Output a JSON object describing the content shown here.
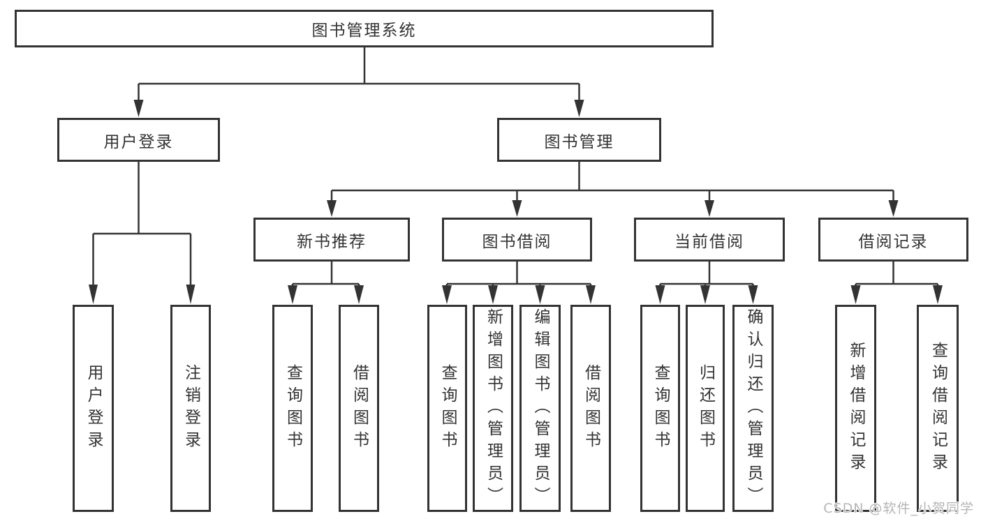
{
  "tree": {
    "root": {
      "label": "图书管理系统"
    },
    "level2": [
      {
        "label": "用户登录",
        "children": [
          {
            "label": "用户登录"
          },
          {
            "label": "注销登录"
          }
        ]
      },
      {
        "label": "图书管理",
        "children": [
          {
            "label": "新书推荐",
            "children": [
              {
                "label": "查询图书"
              },
              {
                "label": "借阅图书"
              }
            ]
          },
          {
            "label": "图书借阅",
            "children": [
              {
                "label": "查询图书"
              },
              {
                "label": "新增图书（管理员）"
              },
              {
                "label": "编辑图书（管理员）"
              },
              {
                "label": "借阅图书"
              }
            ]
          },
          {
            "label": "当前借阅",
            "children": [
              {
                "label": "查询图书"
              },
              {
                "label": "归还图书"
              },
              {
                "label": "确认归还（管理员）"
              }
            ]
          },
          {
            "label": "借阅记录",
            "children": [
              {
                "label": "新增借阅记录"
              },
              {
                "label": "查询借阅记录"
              }
            ]
          }
        ]
      }
    ]
  },
  "watermark": {
    "text": "CSDN @软件_小贺同学"
  },
  "colors": {
    "line": "#333333",
    "text": "#333333",
    "watermark": "#b5b5b5",
    "background": "#ffffff"
  }
}
